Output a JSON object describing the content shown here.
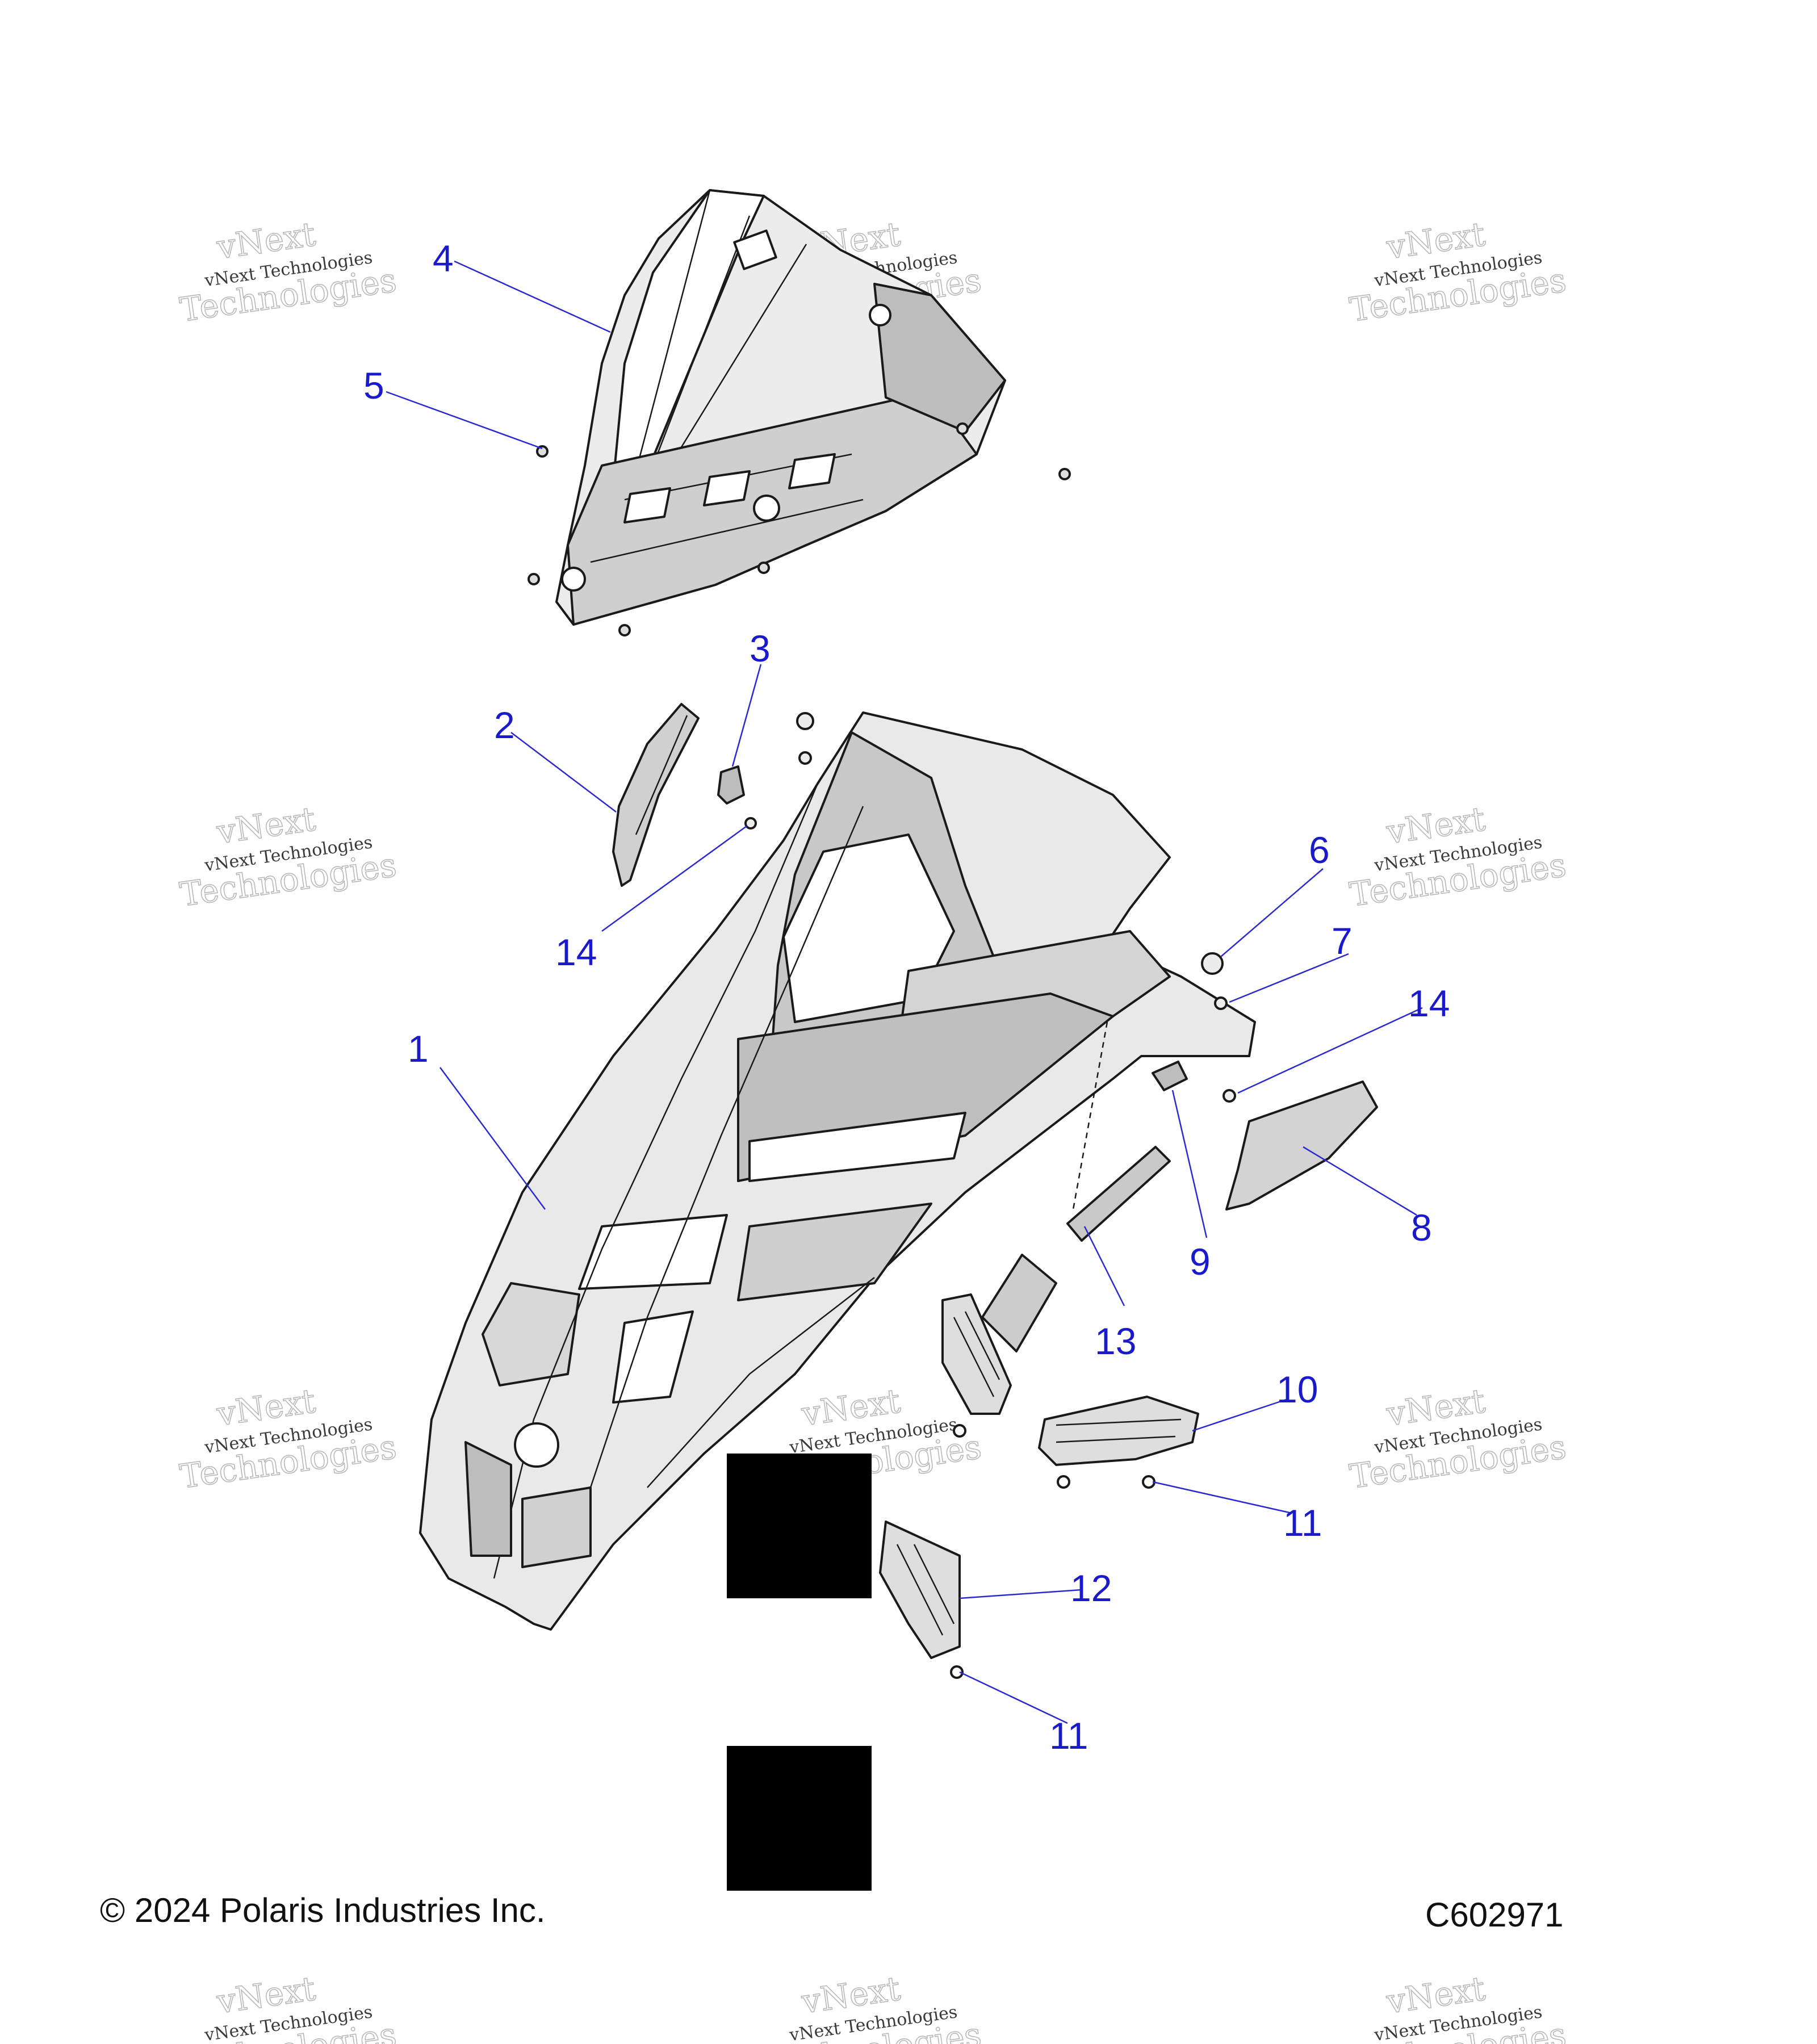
{
  "callouts": [
    {
      "id": "1",
      "label": "1"
    },
    {
      "id": "2",
      "label": "2"
    },
    {
      "id": "3",
      "label": "3"
    },
    {
      "id": "4",
      "label": "4"
    },
    {
      "id": "5",
      "label": "5"
    },
    {
      "id": "6",
      "label": "6"
    },
    {
      "id": "7",
      "label": "7"
    },
    {
      "id": "8",
      "label": "8"
    },
    {
      "id": "9",
      "label": "9"
    },
    {
      "id": "10",
      "label": "10"
    },
    {
      "id": "11a",
      "label": "11"
    },
    {
      "id": "11b",
      "label": "11"
    },
    {
      "id": "12",
      "label": "12"
    },
    {
      "id": "13",
      "label": "13"
    },
    {
      "id": "14a",
      "label": "14"
    },
    {
      "id": "14b",
      "label": "14"
    }
  ],
  "watermark": {
    "line1": "vNext",
    "line2": "vNext Technologies",
    "line3": "Technologies"
  },
  "footer": {
    "copyright": "© 2024 Polaris Industries Inc.",
    "drawing_number": "C602971"
  },
  "colors": {
    "callout": "#1a1acc",
    "part_fill": "#e6e6e6",
    "part_shade": "#c4c4c4",
    "redaction": "#000000"
  }
}
